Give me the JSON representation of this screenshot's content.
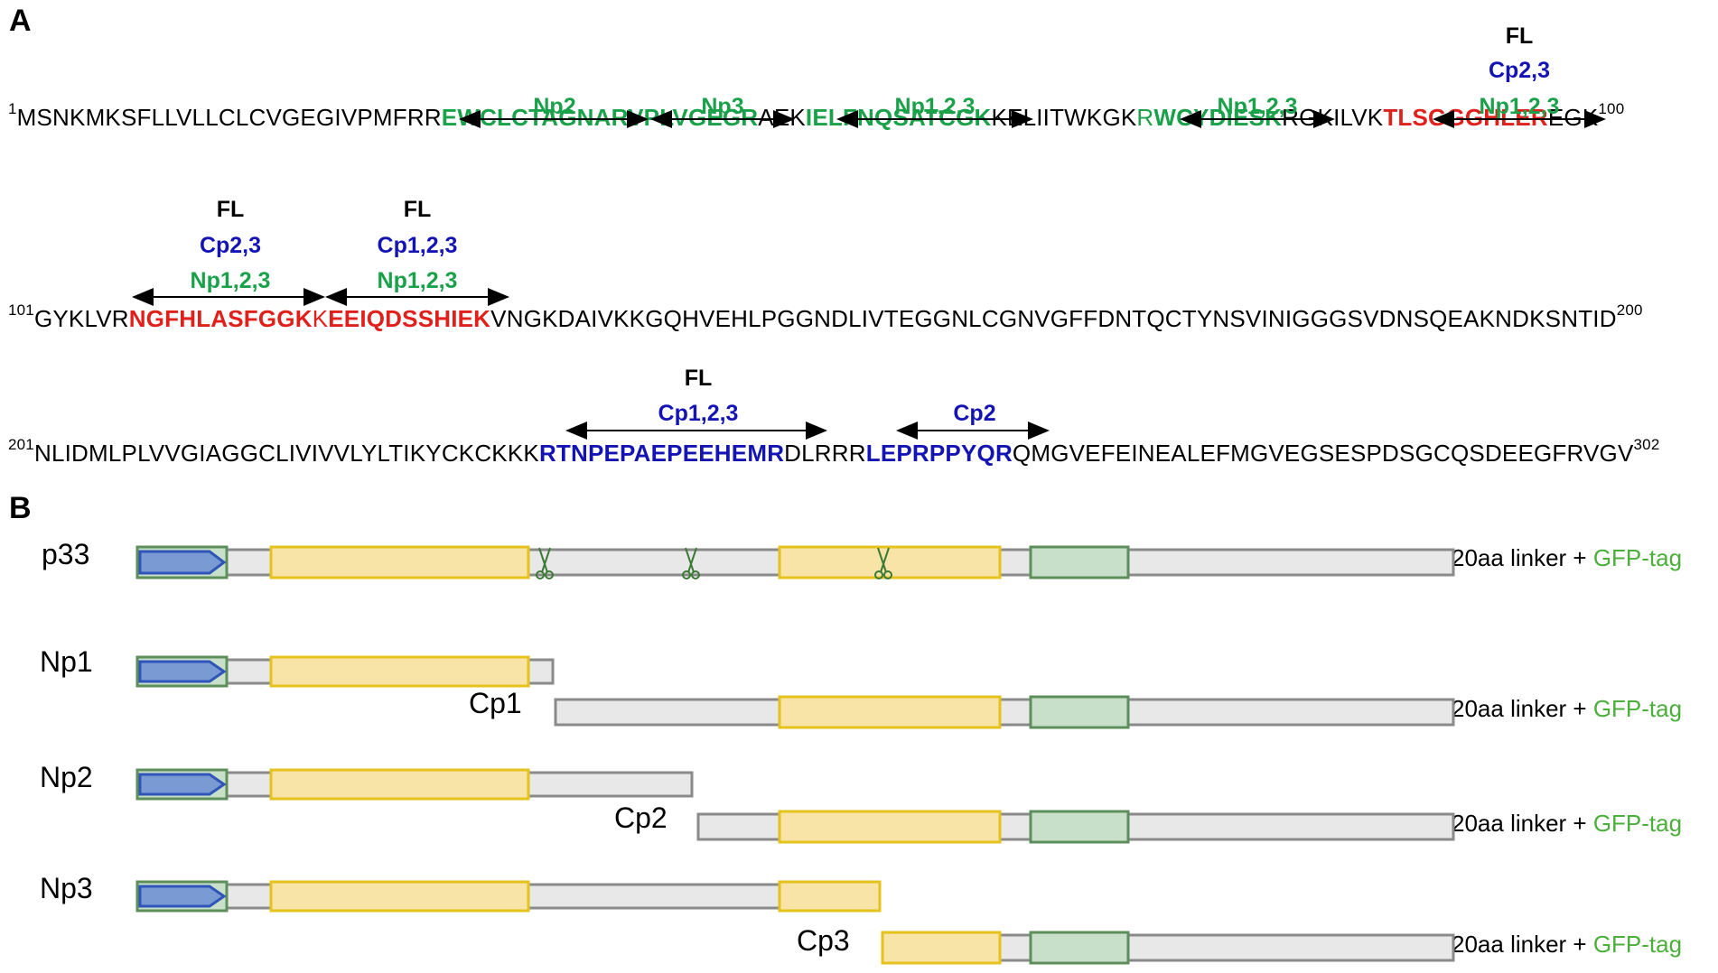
{
  "panel_a": {
    "label": "A",
    "lines": [
      {
        "start": "1",
        "end": "100",
        "segments": [
          {
            "text": "MSNKMKSFLLVLLCLCVGEGIVPMFRR",
            "color": "black"
          },
          {
            "text": "EWCLCTAGNAR",
            "color": "green",
            "bold": true
          },
          {
            "text": "VPLVGEGR",
            "color": "green",
            "bold": true
          },
          {
            "text": "AEK",
            "color": "black"
          },
          {
            "text": "IELFNQSATCGK",
            "color": "green",
            "bold": true
          },
          {
            "text": "KELIITWKGK",
            "color": "black"
          },
          {
            "text": "R",
            "color": "green"
          },
          {
            "text": "WCYDIESK",
            "color": "green",
            "bold": true
          },
          {
            "text": "RGKILVK",
            "color": "black"
          },
          {
            "text": "TLSGGGHLER",
            "color": "red",
            "bold": true
          },
          {
            "text": "EGK",
            "color": "black"
          }
        ],
        "annotations": [
          {
            "labels": [
              {
                "text": "Np2",
                "color": "green"
              }
            ]
          },
          {
            "labels": [
              {
                "text": "Np3",
                "color": "green"
              }
            ]
          },
          {
            "labels": [
              {
                "text": "Np1,2,3",
                "color": "green"
              }
            ]
          },
          {
            "labels": [
              {
                "text": "Np1,2,3",
                "color": "green"
              }
            ]
          },
          {
            "labels": [
              {
                "text": "FL",
                "color": "black"
              },
              {
                "text": "Cp2,3",
                "color": "blue"
              },
              {
                "text": "Np1,2,3",
                "color": "green"
              }
            ]
          }
        ]
      },
      {
        "start": "101",
        "end": "200",
        "segments": [
          {
            "text": "GYKLVR",
            "color": "black"
          },
          {
            "text": "NGFHLASFGGK",
            "color": "red",
            "bold": true
          },
          {
            "text": "K",
            "color": "red"
          },
          {
            "text": "EEIQDSSHIEK",
            "color": "red",
            "bold": true
          },
          {
            "text": "VNGKDAIVKKGQHVEHLPGGNDLIVTEGGNLCGNVGFFDNTQCTYNSVINIGGGSVDNSQEAKNDKSNTID",
            "color": "black"
          }
        ],
        "annotations": [
          {
            "labels": [
              {
                "text": "FL",
                "color": "black"
              },
              {
                "text": "Cp2,3",
                "color": "blue"
              },
              {
                "text": "Np1,2,3",
                "color": "green"
              }
            ]
          },
          {
            "labels": [
              {
                "text": "FL",
                "color": "black"
              },
              {
                "text": "Cp1,2,3",
                "color": "blue"
              },
              {
                "text": "Np1,2,3",
                "color": "green"
              }
            ]
          }
        ]
      },
      {
        "start": "201",
        "end": "302",
        "segments": [
          {
            "text": "NLIDMLPLVVGIAGGCLIVIVVLYLTIKYCKCKKK",
            "color": "black"
          },
          {
            "text": "RTNPEPAEPEEHEMR",
            "color": "blue",
            "bold": true
          },
          {
            "text": "DLRRR",
            "color": "black"
          },
          {
            "text": "LEPRPPYQR",
            "color": "blue",
            "bold": true
          },
          {
            "text": "QMGVEFEINEALEFMGVEGSESPDSGCQSDEEGFRVGV",
            "color": "black"
          }
        ],
        "annotations": [
          {
            "labels": [
              {
                "text": "FL",
                "color": "black"
              },
              {
                "text": "Cp1,2,3",
                "color": "blue"
              }
            ]
          },
          {
            "labels": [
              {
                "text": "Cp2",
                "color": "blue"
              }
            ]
          }
        ]
      }
    ]
  },
  "panel_b": {
    "label": "B",
    "linker_text": "20aa linker + ",
    "gfp_text": "GFP-tag",
    "rows": [
      {
        "name": "p33",
        "has_linker": true
      },
      {
        "name": "Np1",
        "has_linker": false
      },
      {
        "name": "Cp1",
        "has_linker": true
      },
      {
        "name": "Np2",
        "has_linker": false
      },
      {
        "name": "Cp2",
        "has_linker": true
      },
      {
        "name": "Np3",
        "has_linker": false
      },
      {
        "name": "Cp3",
        "has_linker": true
      }
    ]
  },
  "colors": {
    "green": "#1aa14a",
    "red": "#e0201b",
    "blue": "#1414b4",
    "black": "#000000",
    "gfp_green": "#4caf3c",
    "bar_fill": "#e8e8e8",
    "bar_stroke": "#8a8a8a",
    "tm_fill": "#f7e4a6",
    "tm_stroke": "#e6c21c",
    "domain_fill": "#c8dfca",
    "domain_stroke": "#5d8f5a",
    "arrow_fill": "#7a9ad4",
    "arrow_stroke": "#2f55b8",
    "scissors": "#3a7a34"
  },
  "icons": [
    "scissors-icon",
    "signal-peptide-arrow-icon"
  ]
}
